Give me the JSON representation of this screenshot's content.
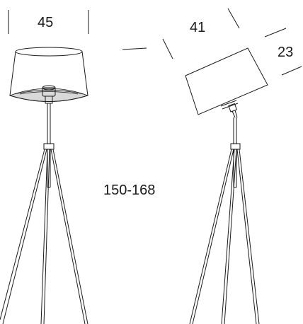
{
  "dimensions": {
    "shade_width": "45",
    "shade_depth": "41",
    "shade_height": "23",
    "overall_height": "150-168"
  },
  "colors": {
    "line": "#1a1a1a",
    "shade_inner": "#d9d9d9",
    "background": "#ffffff"
  }
}
